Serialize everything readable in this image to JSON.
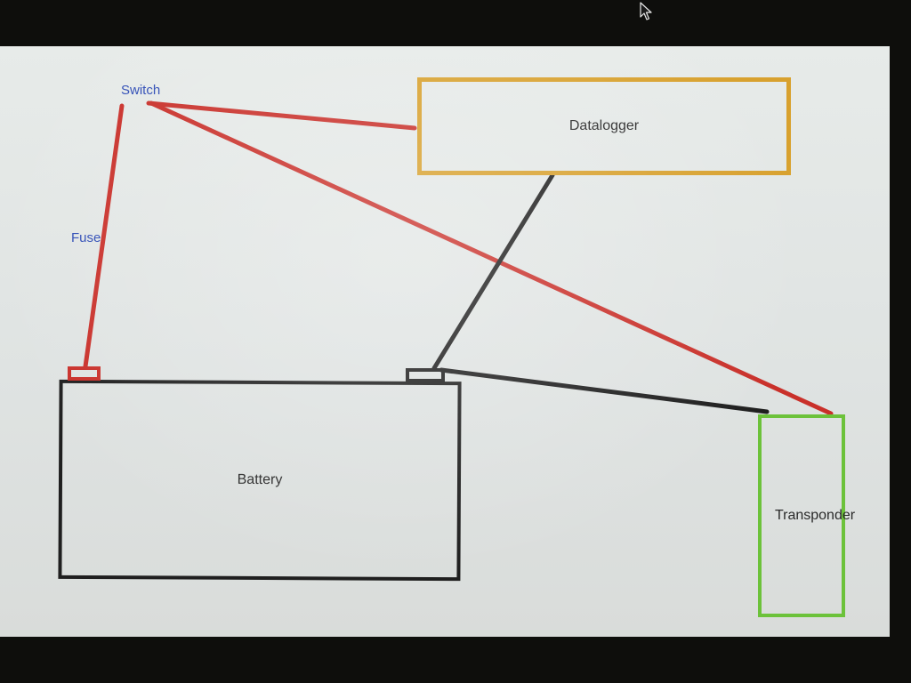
{
  "diagram": {
    "components": {
      "datalogger": "Datalogger",
      "battery": "Battery",
      "transponder": "Transponder"
    },
    "labels": {
      "switch": "Switch",
      "fuse": "Fuse"
    },
    "colors": {
      "positive_wire": "#c9302a",
      "negative_wire": "#1f1f1f",
      "datalogger_border": "#d8a12e",
      "transponder_border": "#6cc23a",
      "battery_border": "#1f1f1f",
      "label_text": "#2d4bb5"
    },
    "connections": [
      {
        "from": "battery-positive-terminal",
        "to": "switch",
        "via": "fuse",
        "color": "red"
      },
      {
        "from": "switch",
        "to": "datalogger",
        "color": "red"
      },
      {
        "from": "switch",
        "to": "transponder",
        "color": "red"
      },
      {
        "from": "battery-negative-terminal",
        "to": "datalogger",
        "color": "black"
      },
      {
        "from": "battery-negative-terminal",
        "to": "transponder",
        "color": "black"
      }
    ]
  },
  "cursor": "arrow-cursor-icon"
}
